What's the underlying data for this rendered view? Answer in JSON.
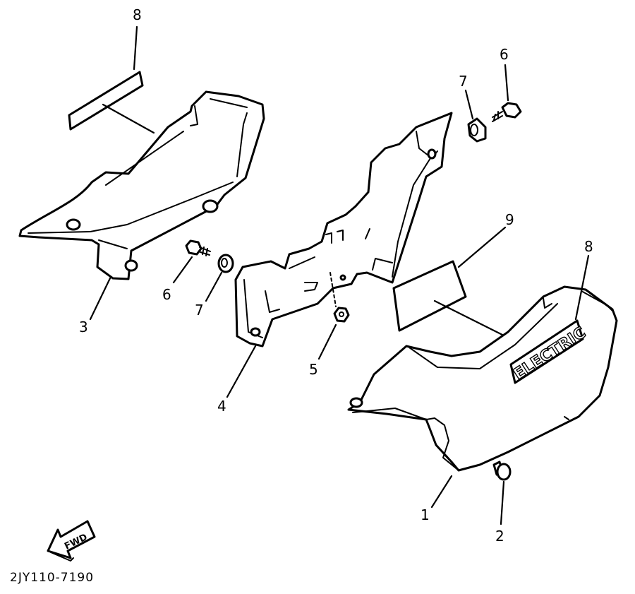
{
  "diagram": {
    "diagram_code": "2JY110-7190",
    "fwd_arrow_label": "FWD",
    "emblem_text": "ELECTRIC",
    "callouts": [
      {
        "id": "c8a",
        "label": "8"
      },
      {
        "id": "c3",
        "label": "3"
      },
      {
        "id": "c6a",
        "label": "6"
      },
      {
        "id": "c7a",
        "label": "7"
      },
      {
        "id": "c4",
        "label": "4"
      },
      {
        "id": "c5",
        "label": "5"
      },
      {
        "id": "c7b",
        "label": "7"
      },
      {
        "id": "c6b",
        "label": "6"
      },
      {
        "id": "c9",
        "label": "9"
      },
      {
        "id": "c8b",
        "label": "8"
      },
      {
        "id": "c1",
        "label": "1"
      },
      {
        "id": "c2",
        "label": "2"
      }
    ]
  }
}
